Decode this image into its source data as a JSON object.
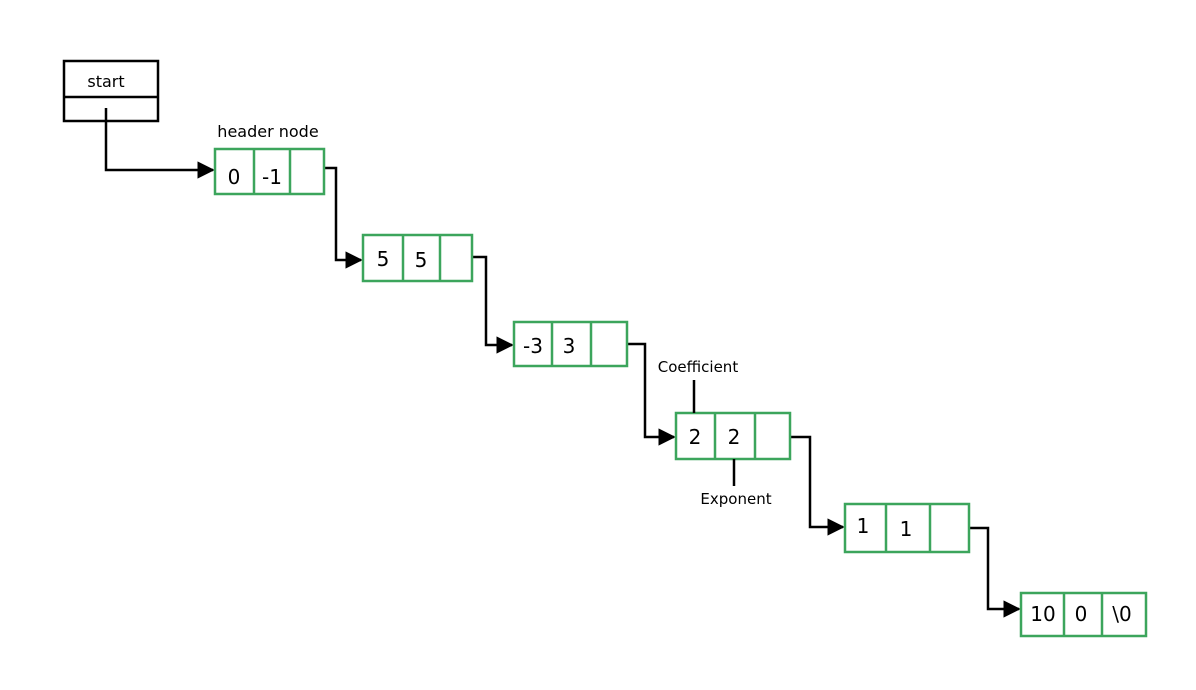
{
  "start_label": "start",
  "header_label": "header node",
  "coefficient_label": "Coefficient",
  "exponent_label": "Exponent",
  "nodes": [
    {
      "coefficient": "0",
      "exponent": "-1",
      "link": ""
    },
    {
      "coefficient": "5",
      "exponent": "5",
      "link": ""
    },
    {
      "coefficient": "-3",
      "exponent": "3",
      "link": ""
    },
    {
      "coefficient": "2",
      "exponent": "2",
      "link": ""
    },
    {
      "coefficient": "1",
      "exponent": "1",
      "link": ""
    },
    {
      "coefficient": "10",
      "exponent": "0",
      "link": "\\0"
    }
  ],
  "colors": {
    "node_border": "#3ca55c",
    "start_border": "#000000",
    "line": "#000000"
  }
}
